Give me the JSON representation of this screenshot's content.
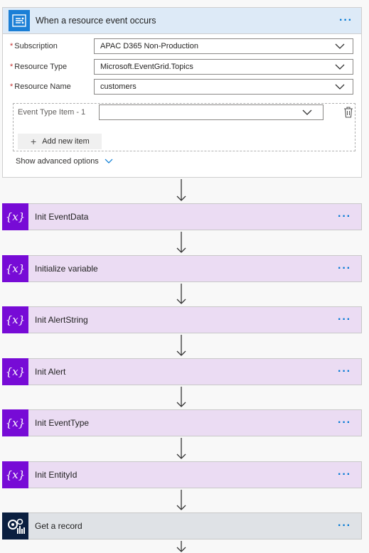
{
  "trigger": {
    "title": "When a resource event occurs",
    "icon": "event-grid-icon",
    "fields": [
      {
        "label": "Subscription",
        "value": "APAC D365 Non-Production",
        "required": true
      },
      {
        "label": "Resource Type",
        "value": "Microsoft.EventGrid.Topics",
        "required": true
      },
      {
        "label": "Resource Name",
        "value": "customers",
        "required": true
      }
    ],
    "array_label": "Event Type Item - 1",
    "array_value": "",
    "add_item_label": "Add new item",
    "advanced_label": "Show advanced options",
    "more": "···"
  },
  "actions": [
    {
      "title": "Init EventData",
      "kind": "variable",
      "icon_text": "{x}"
    },
    {
      "title": "Initialize variable",
      "kind": "variable",
      "icon_text": "{x}"
    },
    {
      "title": "Init AlertString",
      "kind": "variable",
      "icon_text": "{x}"
    },
    {
      "title": "Init Alert",
      "kind": "variable",
      "icon_text": "{x}"
    },
    {
      "title": "Init EventType",
      "kind": "variable",
      "icon_text": "{x}"
    },
    {
      "title": "Init EntityId",
      "kind": "variable",
      "icon_text": "{x}"
    },
    {
      "title": "Get a record",
      "kind": "dataverse",
      "icon_text": ""
    }
  ],
  "colors": {
    "variable_accent": "#770bd6",
    "variable_bg": "#ebdcf3",
    "trigger_header": "#ddeaf7",
    "dataverse_accent": "#0b1f40",
    "link": "#0078d4"
  }
}
